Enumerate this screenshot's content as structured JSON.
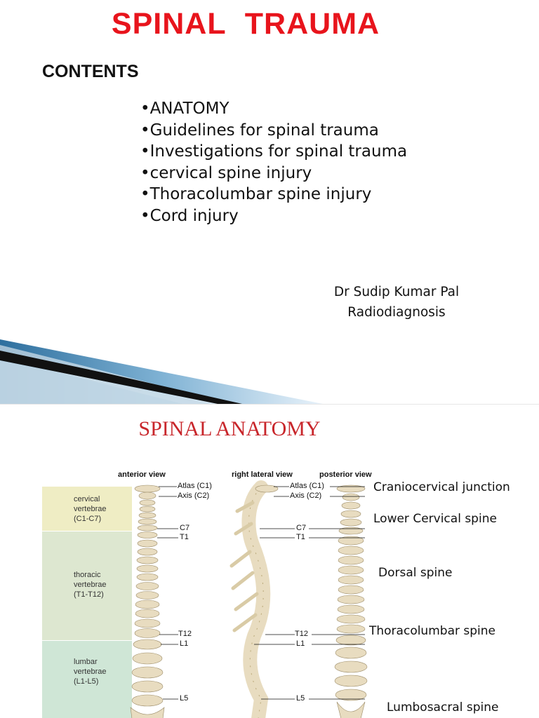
{
  "slide1": {
    "title": "SPINAL  TRAUMA",
    "contents_heading": "CONTENTS",
    "bullets": [
      "ANATOMY",
      "Guidelines for spinal trauma",
      "Investigations for spinal trauma",
      "cervical spine injury",
      "Thoracolumbar spine injury",
      "Cord injury"
    ],
    "author_name": "Dr Sudip Kumar Pal",
    "author_dept": "Radiodiagnosis"
  },
  "slide2": {
    "title": "SPINAL ANATOMY",
    "views": [
      "anterior view",
      "right lateral view",
      "posterior view"
    ],
    "bands": [
      {
        "line1": "cervical",
        "line2": "vertebrae",
        "line3": "(C1-C7)",
        "color": "#efedc4"
      },
      {
        "line1": "thoracic",
        "line2": "vertebrae",
        "line3": "(T1-T12)",
        "color": "#dde7d0"
      },
      {
        "line1": "lumbar",
        "line2": "vertebrae",
        "line3": "(L1-L5)",
        "color": "#cfe6d6"
      }
    ],
    "level_labels": {
      "atlas": "Atlas (C1)",
      "axis": "Axis (C2)",
      "c7": "C7",
      "t1": "T1",
      "t12": "T12",
      "l1": "L1",
      "l5": "L5"
    },
    "regions": [
      "Craniocervical junction",
      "Lower Cervical spine",
      "Dorsal spine",
      "Thoracolumbar spine",
      "Lumbosacral spine"
    ]
  },
  "colors": {
    "title_red": "#e8141c",
    "serif_title_red": "#c8262b",
    "bone": "#e8dcc0"
  }
}
